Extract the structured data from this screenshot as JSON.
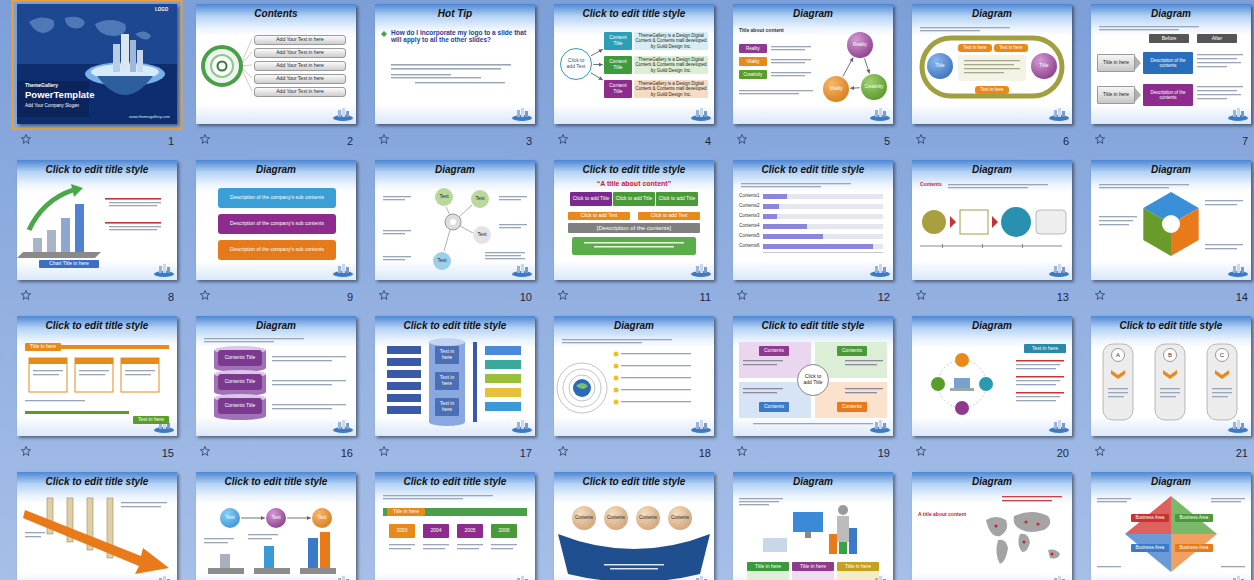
{
  "diagram": {
    "nodes": [
      {
        "text": [
          "ThemeGallery",
          "PowerTemplate",
          "Add Your Company Slogan"
        ]
      },
      {
        "text": [
          "Contents"
        ]
      },
      {
        "text": [
          "Add Your Text in here"
        ],
        "in": 1
      },
      {
        "text": [
          "Add Your Text in here"
        ],
        "in": 1
      },
      {
        "text": [
          "Add Your Text in here"
        ],
        "in": 1
      },
      {
        "text": [
          "Add Your Text in here"
        ],
        "in": 1
      },
      {
        "text": [
          "Add Your Text in here"
        ],
        "in": 1
      },
      {
        "text": [
          "Hot Tip",
          "How do I incorporate my logo to a slide that will apply to all the other slides?"
        ]
      },
      {
        "text": [
          "Click to edit title style"
        ]
      },
      {
        "text": [
          "Click to add Text"
        ],
        "in": 8
      },
      {
        "text": [
          "Content Title"
        ],
        "in": 8
      },
      {
        "text": [
          "Content Title"
        ],
        "in": 8
      },
      {
        "text": [
          "Content Title"
        ],
        "in": 8
      },
      {
        "text": [
          "ThemeGallery is a Design Digital Content & Contents mall developed by Guild Design Inc."
        ],
        "in": 8
      },
      {
        "text": [
          "ThemeGallery is a Design Digital Content & Contents mall developed by Guild Design Inc."
        ],
        "in": 8
      },
      {
        "text": [
          "ThemeGallery is a Design Digital Content & Contents mall developed by Guild Design Inc."
        ],
        "in": 8
      },
      {
        "text": [
          "Diagram"
        ]
      },
      {
        "text": [
          "Reality"
        ],
        "in": 16
      },
      {
        "text": [
          "Vitality"
        ],
        "in": 16
      },
      {
        "text": [
          "Creativity"
        ],
        "in": 16
      },
      {
        "text": [
          "Reality"
        ],
        "in": 16
      },
      {
        "text": [
          "Vitality"
        ],
        "in": 16
      },
      {
        "text": [
          "Creativity"
        ],
        "in": 16
      },
      {
        "text": [
          "Diagram"
        ]
      },
      {
        "text": [
          "Text in here"
        ],
        "in": 23
      },
      {
        "text": [
          "Text in here"
        ],
        "in": 23
      },
      {
        "text": [
          "Title"
        ],
        "in": 23
      },
      {
        "text": [
          "Title"
        ],
        "in": 23
      },
      {
        "text": [
          "Text in here"
        ],
        "in": 23
      },
      {
        "text": [
          "Diagram"
        ]
      },
      {
        "text": [
          "Before"
        ],
        "in": 29
      },
      {
        "text": [
          "After"
        ],
        "in": 29
      },
      {
        "text": [
          "Title in here"
        ],
        "in": 29
      },
      {
        "text": [
          "Description of the contents"
        ],
        "in": 29
      },
      {
        "text": [
          "Title in here"
        ],
        "in": 29
      },
      {
        "text": [
          "Description of the contents"
        ],
        "in": 29
      },
      {
        "text": [
          "Click to edit title style"
        ]
      },
      {
        "text": [
          "Chart Title in here"
        ],
        "in": 36
      },
      {
        "text": [
          "Diagram"
        ]
      },
      {
        "text": [
          "Description of the company's sub contents"
        ],
        "in": 38
      },
      {
        "text": [
          "Description of the company's sub contents"
        ],
        "in": 38
      },
      {
        "text": [
          "Description of the company's sub contents"
        ],
        "in": 38
      },
      {
        "text": [
          "Diagram"
        ]
      },
      {
        "text": [
          "Text"
        ],
        "in": 42
      },
      {
        "text": [
          "Text"
        ],
        "in": 42
      },
      {
        "text": [
          "Text"
        ],
        "in": 42
      },
      {
        "text": [
          "Text"
        ],
        "in": 42
      },
      {
        "text": [
          "Click to edit title style"
        ]
      },
      {
        "text": [
          "Click to add Title"
        ],
        "in": 47
      },
      {
        "text": [
          "Click to add Title"
        ],
        "in": 47
      },
      {
        "text": [
          "Click to add Title"
        ],
        "in": 47
      },
      {
        "text": [
          "Click to add Text"
        ],
        "in": 47
      },
      {
        "text": [
          "Click to add Text"
        ],
        "in": 47
      },
      {
        "text": [
          "[Description of the contents]"
        ],
        "in": 47
      },
      {
        "text": [
          "Click to edit title style"
        ]
      },
      {
        "text": [
          "Diagram"
        ]
      },
      {
        "text": [
          "Diagram"
        ]
      },
      {
        "text": [
          "Click to edit title style"
        ]
      },
      {
        "text": [
          "Title in here"
        ],
        "in": 57
      },
      {
        "text": [
          "Text in here"
        ],
        "in": 57
      },
      {
        "text": [
          "Diagram"
        ]
      },
      {
        "text": [
          "Contents Title"
        ],
        "in": 60
      },
      {
        "text": [
          "Contents Title"
        ],
        "in": 60
      },
      {
        "text": [
          "Contents Title"
        ],
        "in": 60
      },
      {
        "text": [
          "Click to edit title style"
        ]
      },
      {
        "text": [
          "Text in here"
        ],
        "in": 64
      },
      {
        "text": [
          "Text in here"
        ],
        "in": 64
      },
      {
        "text": [
          "Text in here"
        ],
        "in": 64
      },
      {
        "text": [
          "Diagram"
        ]
      },
      {
        "text": [
          "Click to edit title style"
        ]
      },
      {
        "text": [
          "Contents"
        ],
        "in": 69
      },
      {
        "text": [
          "Contents"
        ],
        "in": 69
      },
      {
        "text": [
          "Contents"
        ],
        "in": 69
      },
      {
        "text": [
          "Contents"
        ],
        "in": 69
      },
      {
        "text": [
          "Click to add Title"
        ],
        "in": 69
      },
      {
        "text": [
          "Diagram"
        ]
      },
      {
        "text": [
          "Text in here"
        ],
        "in": 75
      },
      {
        "text": [
          "Click to edit title style"
        ]
      },
      {
        "text": [
          "A"
        ],
        "in": 77
      },
      {
        "text": [
          "B"
        ],
        "in": 77
      },
      {
        "text": [
          "C"
        ],
        "in": 77
      },
      {
        "text": [
          "Click to edit title style"
        ]
      },
      {
        "text": [
          "Click to edit title style"
        ]
      },
      {
        "text": [
          "Text"
        ],
        "in": 82
      },
      {
        "text": [
          "Text"
        ],
        "in": 82
      },
      {
        "text": [
          "Text"
        ],
        "in": 82
      },
      {
        "text": [
          "Click to edit title style"
        ]
      },
      {
        "text": [
          "Title in here"
        ],
        "in": 86
      },
      {
        "text": [
          "2003"
        ],
        "in": 86
      },
      {
        "text": [
          "2004"
        ],
        "in": 86
      },
      {
        "text": [
          "2005"
        ],
        "in": 86
      },
      {
        "text": [
          "2006"
        ],
        "in": 86
      },
      {
        "text": [
          "Click to edit title style"
        ]
      },
      {
        "text": [
          "Contents"
        ],
        "in": 92
      },
      {
        "text": [
          "Contents"
        ],
        "in": 92
      },
      {
        "text": [
          "Contents"
        ],
        "in": 92
      },
      {
        "text": [
          "Contents"
        ],
        "in": 92
      },
      {
        "text": [
          "Diagram"
        ]
      },
      {
        "text": [
          "Title in here"
        ],
        "in": 97
      },
      {
        "text": [
          "Title in here"
        ],
        "in": 97
      },
      {
        "text": [
          "Title in here"
        ],
        "in": 97
      },
      {
        "text": [
          "Diagram"
        ]
      },
      {
        "text": [
          "Diagram"
        ]
      },
      {
        "text": [
          "Business Area"
        ],
        "in": 102
      },
      {
        "text": [
          "Business Area"
        ],
        "in": 102
      },
      {
        "text": [
          "Business Area"
        ],
        "in": 102
      },
      {
        "text": [
          "Business Area"
        ],
        "in": 102
      }
    ],
    "edges": [
      {
        "from": 9,
        "to": 10,
        "arrow": "to"
      },
      {
        "from": 9,
        "to": 11,
        "arrow": "to"
      },
      {
        "from": 9,
        "to": 12,
        "arrow": "to"
      },
      {
        "from": 20,
        "to": 22,
        "arrow": "to"
      },
      {
        "from": 22,
        "to": 21,
        "arrow": "to"
      },
      {
        "from": 21,
        "to": 20,
        "arrow": "to"
      },
      {
        "from": 83,
        "to": 84,
        "arrow": "to"
      },
      {
        "from": 84,
        "to": 85,
        "arrow": "to"
      }
    ],
    "labels": [
      "LOGO",
      "www.themegallery.com",
      "Title about content",
      "“A title about content”",
      "Contents1",
      "Contents2",
      "Contents3",
      "Contents4",
      "Contents5",
      "Contents6",
      "Contents",
      "A title about content",
      "1",
      "2",
      "3",
      "4",
      "5",
      "6",
      "7",
      "8",
      "9",
      "10",
      "11",
      "12",
      "13",
      "14",
      "15",
      "16",
      "17",
      "18",
      "19",
      "20",
      "21"
    ]
  }
}
